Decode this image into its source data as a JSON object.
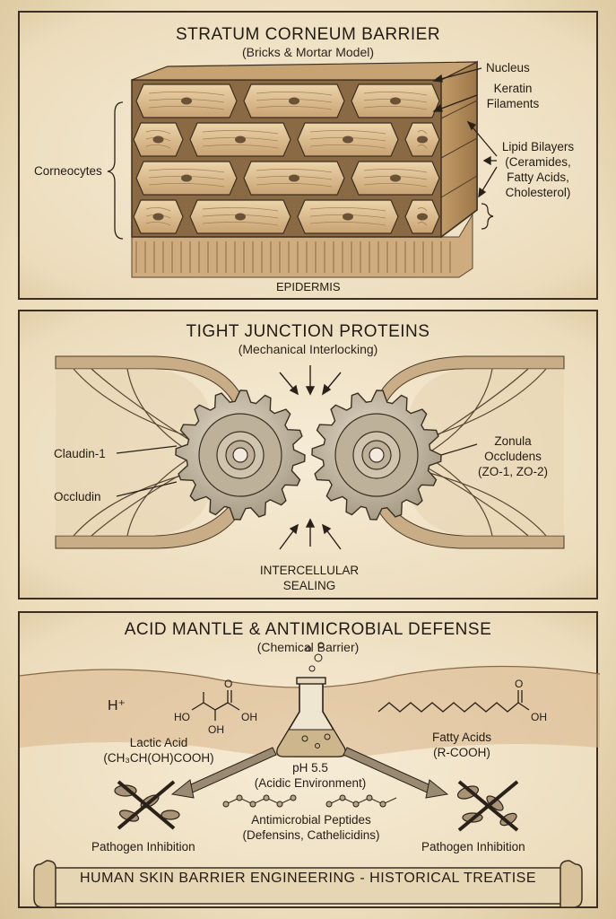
{
  "panel1": {
    "title": "STRATUM CORNEUM BARRIER",
    "subtitle": "(Bricks & Mortar Model)",
    "labels": {
      "nucleus": "Nucleus",
      "keratin_1": "Keratin",
      "keratin_2": "Filaments",
      "lipid_1": "Lipid Bilayers",
      "lipid_2": "(Ceramides,",
      "lipid_3": "Fatty Acids,",
      "lipid_4": "Cholesterol)",
      "corneocytes": "Corneocytes",
      "epidermis": "EPIDERMIS"
    }
  },
  "panel2": {
    "title": "TIGHT JUNCTION PROTEINS",
    "subtitle": "(Mechanical Interlocking)",
    "labels": {
      "claudin": "Claudin-1",
      "occludin": "Occludin",
      "zo_1": "Zonula",
      "zo_2": "Occludens",
      "zo_3": "(ZO-1, ZO-2)",
      "sealing_1": "INTERCELLULAR",
      "sealing_2": "SEALING"
    }
  },
  "panel3": {
    "title": "ACID MANTLE & ANTIMICROBIAL DEFENSE",
    "subtitle": "(Chemical Barrier)",
    "labels": {
      "h_plus": "H⁺",
      "ho": "HO",
      "oh_1": "OH",
      "o_1": "O",
      "oh_2": "OH",
      "lactic_1": "Lactic Acid",
      "lactic_2": "(CH₃CH(OH)COOH)",
      "o_2": "O",
      "oh_3": "OH",
      "fatty_1": "Fatty Acids",
      "fatty_2": "(R-COOH)",
      "ph_1": "pH 5.5",
      "ph_2": "(Acidic Environment)",
      "amp_1": "Antimicrobial Peptides",
      "amp_2": "(Defensins, Cathelicidins)",
      "pathogen_left": "Pathogen Inhibition",
      "pathogen_right": "Pathogen Inhibition"
    }
  },
  "banner": {
    "text": "HUMAN SKIN BARRIER ENGINEERING - HISTORICAL TREATISE"
  },
  "colors": {
    "ink": "#2c241a",
    "cell_fill": "#d9b98a",
    "cell_highlight": "#e8cfa4",
    "mortar": "#8a6a45",
    "gear": "#b8ab92",
    "membrane": "#c9ad86",
    "skin": "#d8b48a"
  }
}
